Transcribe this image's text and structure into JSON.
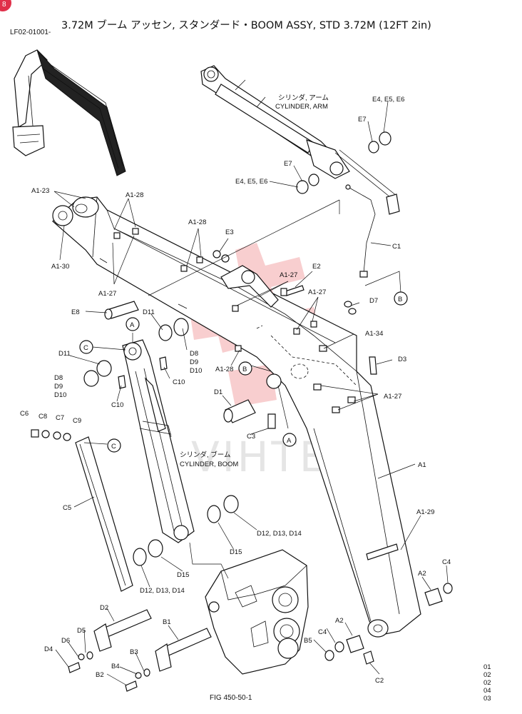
{
  "page": {
    "corner_badge": "8",
    "code": "LF02-01001-",
    "title": "3.72M ブーム アッセン, スタンダード・BOOM ASSY, STD 3.72M (12FT 2in)",
    "figure": "FIG 450-50-1",
    "watermark": "VIHTEX",
    "revisions": [
      "01",
      "02",
      "02",
      "04",
      "03"
    ]
  },
  "colors": {
    "ink": "#111111",
    "watermark": "#f2a5a8",
    "badge": "#e0304a"
  },
  "captions": {
    "cylinder_arm_jp": "シリンダ, アーム",
    "cylinder_arm_en": "CYLINDER, ARM",
    "cylinder_boom_jp": "シリンダ, ブーム",
    "cylinder_boom_en": "CYLINDER, BOOM"
  },
  "callouts": [
    "A",
    "B",
    "C"
  ],
  "parts": [
    "A1-23",
    "A1-28",
    "A1-30",
    "A1-27",
    "A1-28",
    "E3",
    "A1-27",
    "E2",
    "A1-27",
    "E8",
    "D11",
    "A1-34",
    "D7",
    "D3",
    "D8",
    "D9",
    "D10",
    "C10",
    "D11",
    "D8",
    "D9",
    "D10",
    "C10",
    "A1-28",
    "D1",
    "A1-27",
    "C6",
    "C8",
    "C7",
    "C9",
    "C3",
    "C5",
    "A1",
    "D12, D13, D14",
    "D15",
    "A1-29",
    "D15",
    "D12, D13, D14",
    "C4",
    "A2",
    "D2",
    "B1",
    "A2",
    "D5",
    "D6",
    "D4",
    "B3",
    "B4",
    "B2",
    "C4",
    "B5",
    "C2",
    "E4, E5, E6",
    "E7",
    "E7",
    "E4, E5, E6",
    "C1"
  ]
}
